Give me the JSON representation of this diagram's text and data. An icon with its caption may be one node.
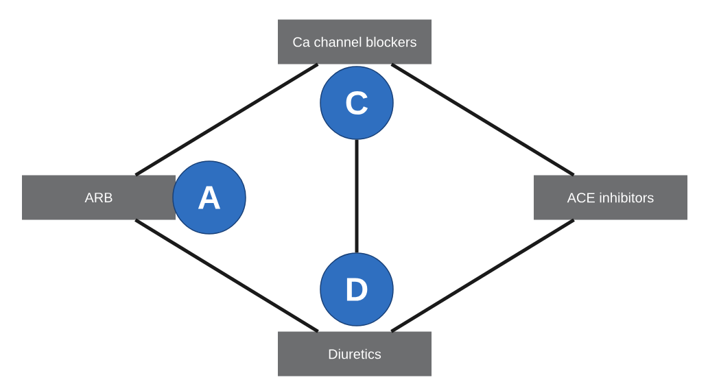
{
  "diagram": {
    "nodes": [
      {
        "text": [
          "Ca channel blockers"
        ]
      },
      {
        "text": [
          "C"
        ]
      },
      {
        "text": [
          "ARB"
        ]
      },
      {
        "text": [
          "A"
        ]
      },
      {
        "text": [
          "ACE inhibitors"
        ]
      },
      {
        "text": [
          "D"
        ]
      },
      {
        "text": [
          "Diuretics"
        ]
      }
    ],
    "edges": [
      {
        "from": 0,
        "to": 2,
        "arrow": "none"
      },
      {
        "from": 0,
        "to": 4,
        "arrow": "none"
      },
      {
        "from": 1,
        "to": 5,
        "arrow": "none"
      },
      {
        "from": 2,
        "to": 6,
        "arrow": "none"
      },
      {
        "from": 4,
        "to": 6,
        "arrow": "none"
      }
    ]
  }
}
